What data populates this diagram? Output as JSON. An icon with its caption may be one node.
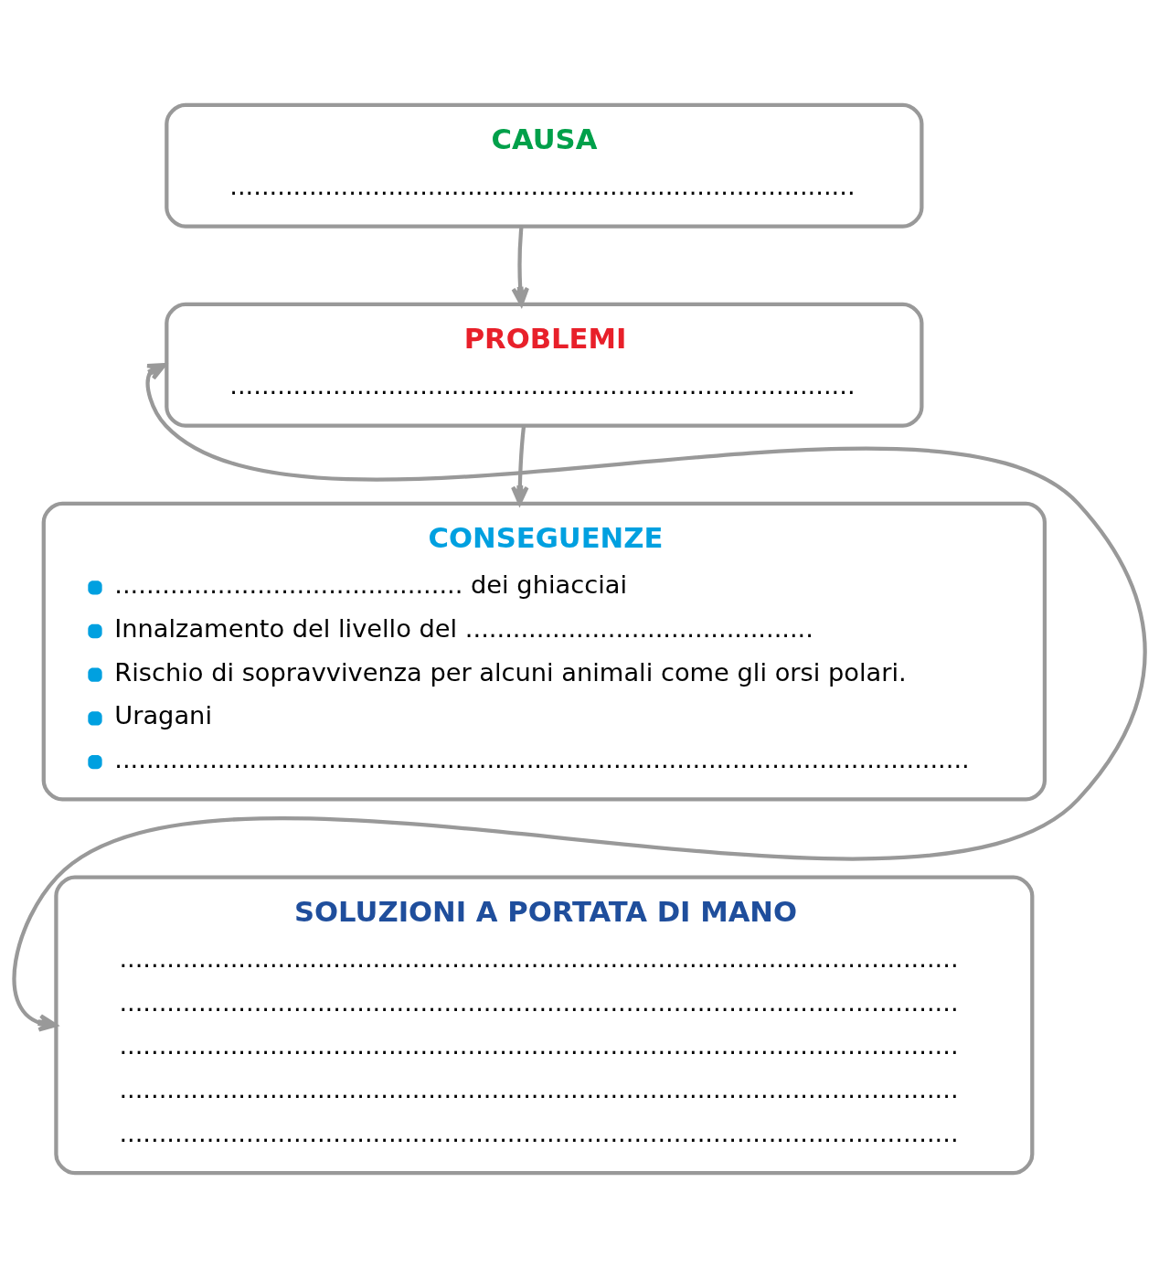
{
  "diagram": {
    "nodes": [
      {
        "text": [
          "CAUSA",
          "..............................................................................."
        ]
      },
      {
        "text": [
          "PROBLEMI",
          "..............................................................................."
        ]
      },
      {
        "text": [
          "CONSEGUENZE",
          "............................................ dei ghiacciai",
          "Innalzamento del livello del ............................................",
          "Rischio di sopravvivenza per alcuni animali come gli orsi polari.",
          "Uragani",
          "............................................................................................................"
        ]
      },
      {
        "text": [
          "SOLUZIONI A PORTATA DI MANO",
          "..........................................................................................................",
          "..........................................................................................................",
          "..........................................................................................................",
          "..........................................................................................................",
          ".........................................................................................................."
        ]
      }
    ],
    "edges": [
      {
        "from": 0,
        "to": 1,
        "arrow": "to"
      },
      {
        "from": 1,
        "to": 2,
        "arrow": "to"
      },
      {
        "from": 1,
        "to": 3,
        "arrow": "both"
      }
    ]
  }
}
